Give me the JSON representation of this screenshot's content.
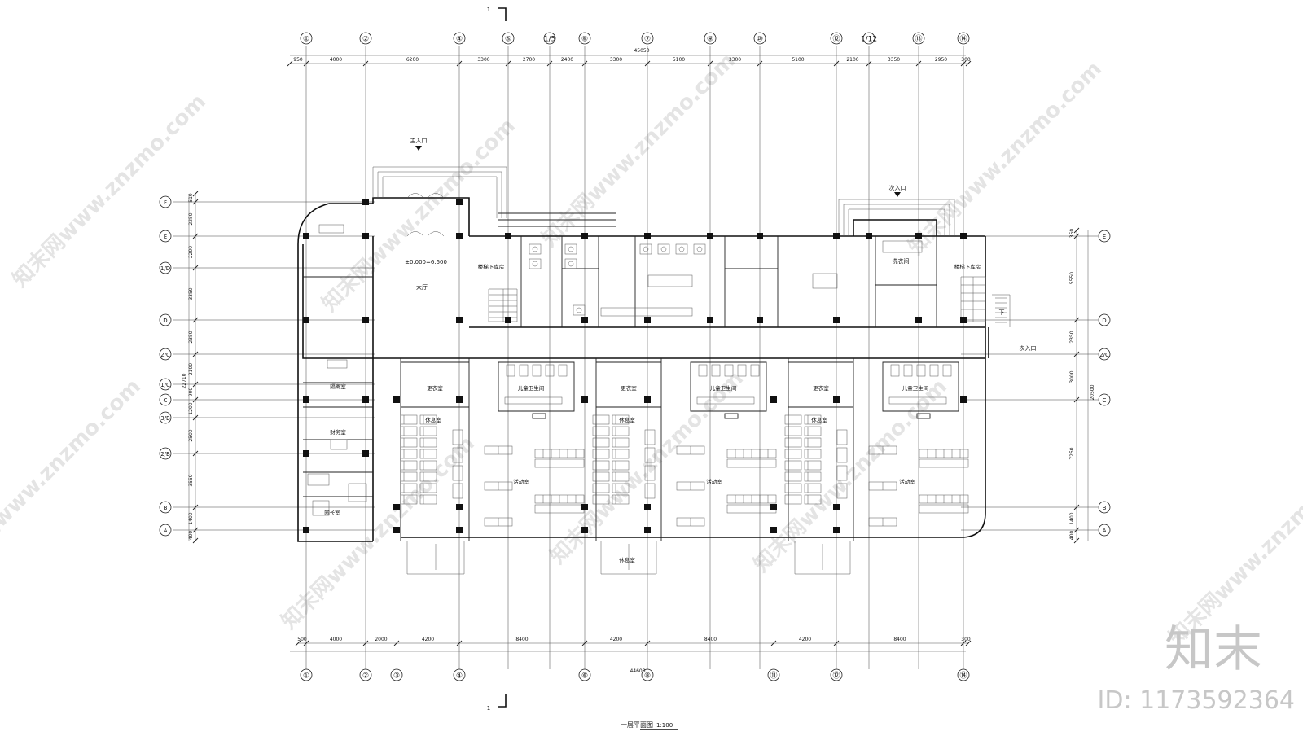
{
  "drawing": {
    "title": "一层平面图",
    "scale": "1:100",
    "section_mark": "1",
    "elevation_note": "±0.000=6.600",
    "entrances": {
      "main": "主入口",
      "secondary_top": "次入口",
      "secondary_side": "次入口",
      "down_mark": "下"
    }
  },
  "axes": {
    "top_labels": [
      "①",
      "②",
      "④",
      "⑤",
      "1/5",
      "⑥",
      "⑦",
      "⑨",
      "⑩",
      "⑫",
      "1/12",
      "⑬",
      "⑭"
    ],
    "bottom_labels": [
      "①",
      "②",
      "③",
      "④",
      "⑥",
      "⑧",
      "⑪",
      "⑫",
      "⑭"
    ],
    "left_labels": [
      "F",
      "E",
      "1/D",
      "D",
      "2/C",
      "1/C",
      "C",
      "3/B",
      "2/B",
      "B",
      "A"
    ],
    "right_labels": [
      "E",
      "D",
      "2/C",
      "C",
      "B",
      "A"
    ]
  },
  "dimensions": {
    "top_total": "45050",
    "top_segments": [
      "950",
      "4000",
      "6200",
      "3300",
      "2700",
      "2400",
      "3300",
      "5100",
      "3300",
      "5100",
      "2100",
      "3350",
      "2950",
      "300"
    ],
    "bottom_total": "44600",
    "bottom_segments": [
      "500",
      "4000",
      "2000",
      "4200",
      "8400",
      "4200",
      "8400",
      "4200",
      "8400",
      "300"
    ],
    "left_total": "22710",
    "left_segments": [
      "510",
      "2250",
      "2200",
      "3350",
      "2350",
      "2100",
      "900",
      "1200",
      "2500",
      "3550",
      "1400",
      "400"
    ],
    "right_total": "20500",
    "right_segments": [
      "350",
      "5550",
      "2350",
      "3000",
      "7250",
      "1400",
      "400"
    ]
  },
  "rooms": {
    "lobby": "大厅",
    "stair_storage_left": "楼梯下库房",
    "stair_storage_right": "楼梯下库房",
    "laundry": "洗衣间",
    "isolation": "隔离室",
    "finance": "财务室",
    "director": "园长室",
    "changing": "更衣室",
    "restroom": "儿童卫生间",
    "rest": "休息室",
    "activity": "活动室"
  },
  "watermarks": {
    "site": "知末网www.znzmo.com",
    "brand": "知末",
    "id_text": "ID: 1173592364"
  },
  "colors": {
    "line": "#222222",
    "watermark": "#cfcfcf",
    "background": "#ffffff"
  }
}
